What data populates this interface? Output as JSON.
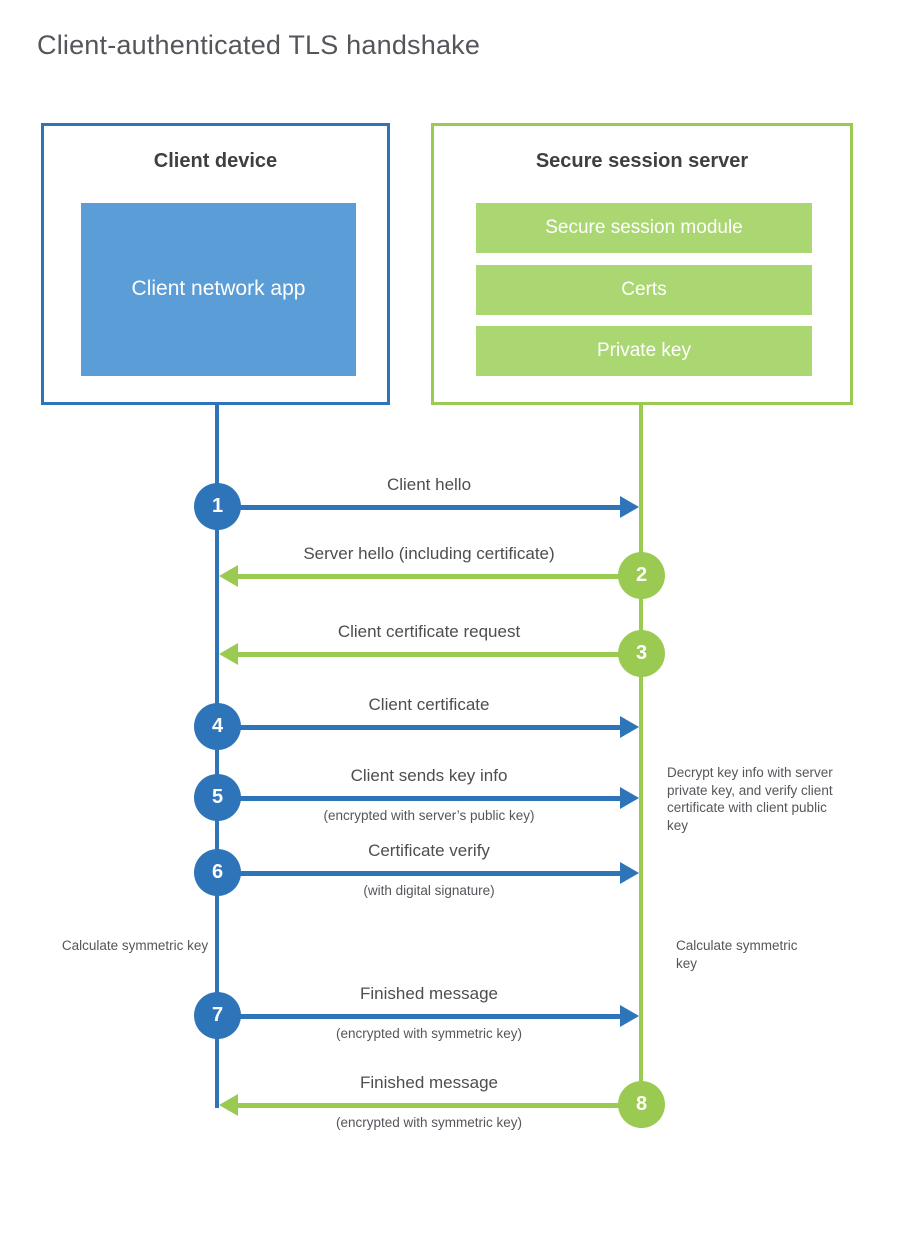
{
  "title": "Client-authenticated TLS handshake",
  "colors": {
    "blue": "#2e74b8",
    "blue_light": "#5b9dd6",
    "green": "#9bca53",
    "green_light": "#abd773"
  },
  "client_box": {
    "title": "Client device",
    "app_label": "Client network app"
  },
  "server_box": {
    "title": "Secure session server",
    "modules": [
      "Secure session module",
      "Certs",
      "Private key"
    ]
  },
  "steps": [
    {
      "number": "1",
      "label": "Client hello",
      "sub": "",
      "direction": "client-to-server",
      "color": "blue"
    },
    {
      "number": "2",
      "label": "Server hello (including certificate)",
      "sub": "",
      "direction": "server-to-client",
      "color": "green"
    },
    {
      "number": "3",
      "label": "Client certificate request",
      "sub": "",
      "direction": "server-to-client",
      "color": "green"
    },
    {
      "number": "4",
      "label": "Client certificate",
      "sub": "",
      "direction": "client-to-server",
      "color": "blue"
    },
    {
      "number": "5",
      "label": "Client sends key info",
      "sub": "(encrypted with server’s public key)",
      "direction": "client-to-server",
      "color": "blue"
    },
    {
      "number": "6",
      "label": "Certificate verify",
      "sub": "(with digital signature)",
      "direction": "client-to-server",
      "color": "blue"
    },
    {
      "number": "7",
      "label": "Finished message",
      "sub": "(encrypted with symmetric key)",
      "direction": "client-to-server",
      "color": "blue"
    },
    {
      "number": "8",
      "label": "Finished message",
      "sub": "(encrypted with symmetric key)",
      "direction": "server-to-client",
      "color": "green"
    }
  ],
  "notes": {
    "decrypt": "Decrypt key info with server private key, and verify client certificate with client public key",
    "calc_left": "Calculate symmetric key",
    "calc_right": "Calculate symmetric key"
  }
}
